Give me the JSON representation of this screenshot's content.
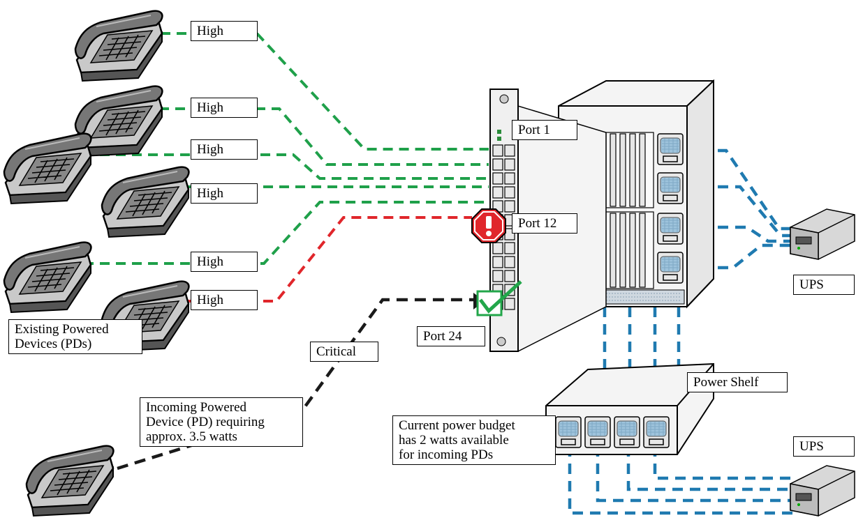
{
  "colors": {
    "green": "#1fa04a",
    "red": "#e0262b",
    "black": "#1a1a1a",
    "blue": "#1f7ab0",
    "stop": "#e0262b",
    "check": "#22a64a"
  },
  "labels": {
    "priority_high": "High",
    "priority_critical": "Critical",
    "port_1": "Port 1",
    "port_12": "Port 12",
    "port_24": "Port 24",
    "power_shelf": "Power Shelf",
    "ups_top": "UPS",
    "ups_bottom": "UPS",
    "existing_pds": "Existing Powered\nDevices (PDs)",
    "incoming_pd": "Incoming Powered\nDevice (PD) requiring\napprox. 3.5 watts",
    "power_budget": "Current power budget\nhas 2 watts available\nfor incoming PDs"
  },
  "icons": [
    "ip-phone-icon",
    "stop-alert-icon",
    "checkmark-icon",
    "ups-icon",
    "power-supply-icon",
    "chassis-icon",
    "switch-module-icon"
  ]
}
